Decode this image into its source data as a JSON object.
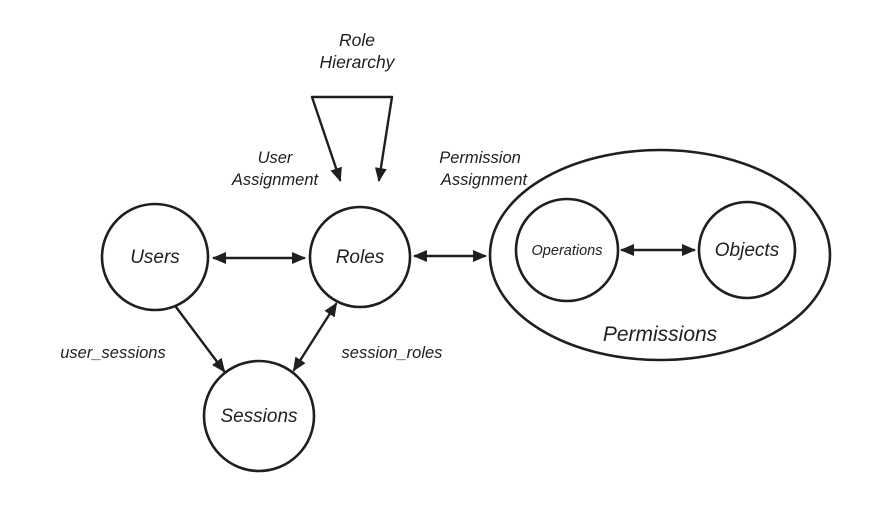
{
  "diagram": {
    "type": "rbac-model",
    "nodes": {
      "users": "Users",
      "roles": "Roles",
      "sessions": "Sessions",
      "operations": "Operations",
      "objects": "Objects",
      "permissions": "Permissions"
    },
    "labels": {
      "role_hierarchy": {
        "line1": "Role",
        "line2": "Hierarchy"
      },
      "user_assignment": {
        "line1": "User",
        "line2": "Assignment"
      },
      "permission_assignment": {
        "line1": "Permission",
        "line2": "Assignment"
      },
      "user_sessions": "user_sessions",
      "session_roles": "session_roles"
    },
    "edges": [
      {
        "from": "Users",
        "to": "Roles",
        "style": "double-arrow"
      },
      {
        "from": "Roles",
        "to": "Permissions",
        "style": "double-arrow"
      },
      {
        "from": "Operations",
        "to": "Objects",
        "style": "double-arrow"
      },
      {
        "from": "Users",
        "to": "Sessions",
        "style": "single-arrow"
      },
      {
        "from": "Sessions",
        "to": "Roles",
        "style": "double-arrow"
      },
      {
        "from": "Role Hierarchy",
        "to": "Roles",
        "style": "funnel-arrows"
      }
    ],
    "colors": {
      "stroke": "#1f1f1f",
      "text": "#1f1f1f",
      "background": "#ffffff"
    }
  }
}
